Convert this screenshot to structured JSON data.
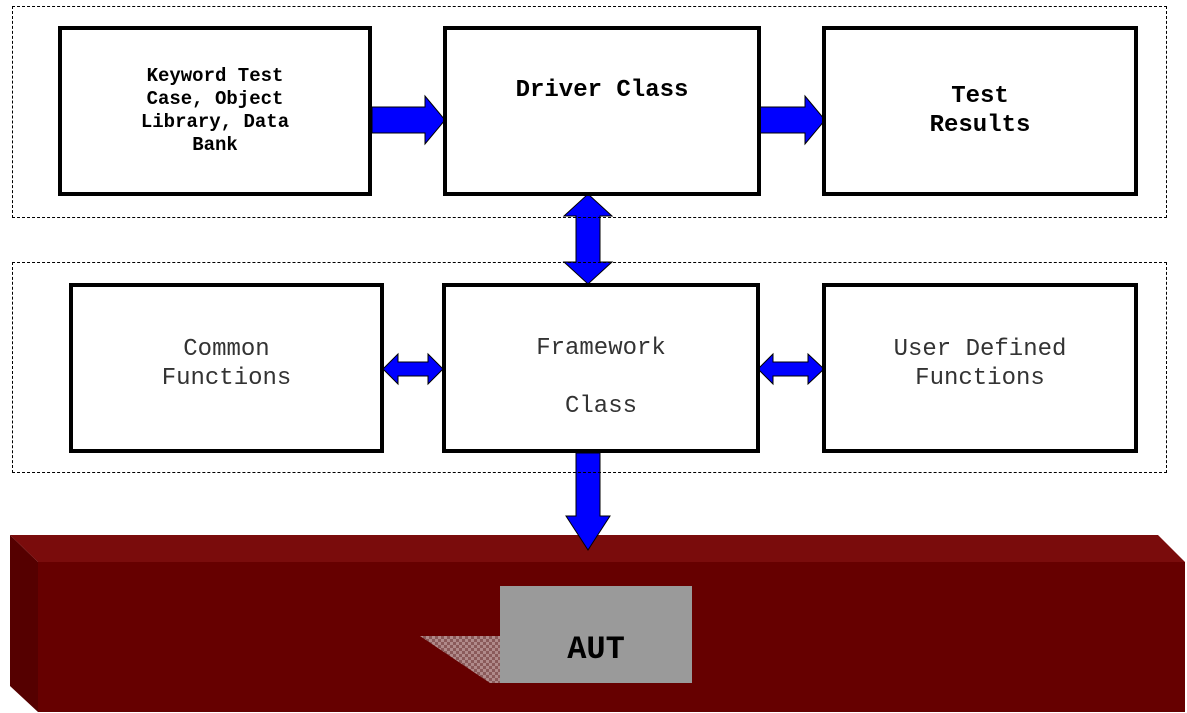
{
  "top_row": {
    "inputs_label": "Keyword Test\nCase, Object\nLibrary, Data\nBank",
    "driver_label": "Driver Class",
    "results_label": "Test\nResults"
  },
  "middle_row": {
    "common_label": "Common\nFunctions",
    "framework_label": "Framework\n\nClass",
    "user_defined_label": "User Defined\nFunctions"
  },
  "aut": {
    "label": "AUT"
  },
  "colors": {
    "arrow_fill": "#0000ff",
    "slab_front": "#660000",
    "slab_top": "#7a0c0c",
    "slab_side": "#550000",
    "aut_box": "#9a9a9a"
  }
}
